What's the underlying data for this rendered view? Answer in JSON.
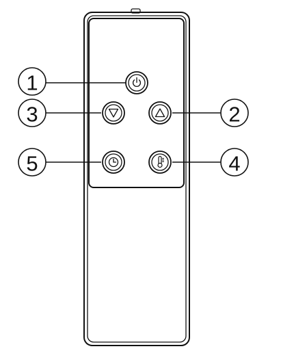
{
  "diagram": {
    "callouts": [
      {
        "label": "1",
        "target": "power-button"
      },
      {
        "label": "2",
        "target": "up-button"
      },
      {
        "label": "3",
        "target": "down-button"
      },
      {
        "label": "4",
        "target": "temperature-button"
      },
      {
        "label": "5",
        "target": "timer-button"
      }
    ],
    "buttons": [
      {
        "id": "power-button",
        "icon": "power-icon"
      },
      {
        "id": "down-button",
        "icon": "triangle-down-icon"
      },
      {
        "id": "up-button",
        "icon": "triangle-up-icon"
      },
      {
        "id": "timer-button",
        "icon": "clock-icon"
      },
      {
        "id": "temperature-button",
        "icon": "thermometer-icon"
      }
    ],
    "colors": {
      "outline": "#111111",
      "background": "#ffffff"
    }
  }
}
